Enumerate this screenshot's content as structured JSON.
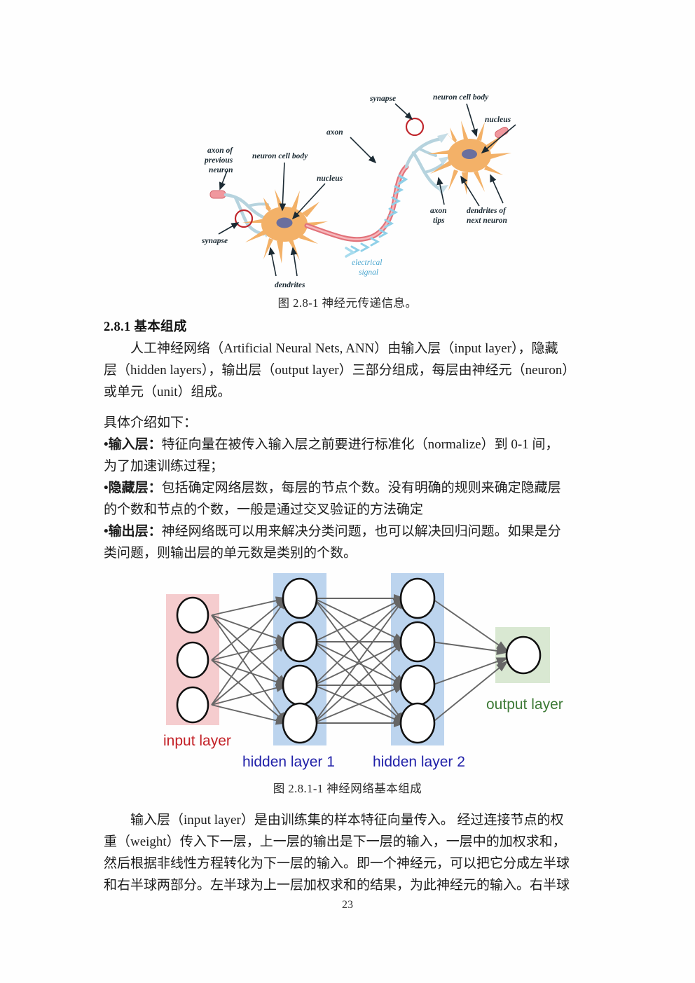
{
  "document": {
    "page_number": "23"
  },
  "figure_neuron": {
    "caption": "图 2.8-1   神经元传递信息。",
    "labels": {
      "axon_of_previous_neuron": "axon of\nprevious\nneuron",
      "axon_of_previous_neuron_l1": "axon of",
      "axon_of_previous_neuron_l2": "previous",
      "axon_of_previous_neuron_l3": "neuron",
      "neuron_cell_body_left": "neuron cell body",
      "nucleus_left": "nucleus",
      "synapse_left": "synapse",
      "dendrites": "dendrites",
      "axon": "axon",
      "electrical_signal_l1": "electrical",
      "electrical_signal_l2": "signal",
      "synapse_right": "synapse",
      "neuron_cell_body_right": "neuron cell body",
      "nucleus_right": "nucleus",
      "axon_tips_l1": "axon",
      "axon_tips_l2": "tips",
      "dendrites_of_next_neuron_l1": "dendrites of",
      "dendrites_of_next_neuron_l2": "next neuron"
    },
    "colors": {
      "cell_body": "#f3b168",
      "cell_body_light": "#f8cf9c",
      "nucleus": "#6a6f9e",
      "dendrite_blue": "#b6d3de",
      "axon_red": "#e2727a",
      "signal_blue": "#8fd0e8",
      "label_text": "#1b2a33",
      "signal_text": "#4aa6cf",
      "circle_red": "#c0272d"
    }
  },
  "section": {
    "heading": "2.8.1  基本组成",
    "intro": {
      "line1": "人工神经网络（Artificial Neural Nets, ANN）由输入层（input layer），隐藏",
      "line2": "层（hidden layers），输出层（output layer）三部分组成，每层由神经元（neuron）",
      "line3": "或单元（unit）组成。"
    },
    "detail": {
      "lead": "具体介绍如下：",
      "bullet1_label": "•输入层：",
      "bullet1_line1": "特征向量在被传入输入层之前要进行标准化（normalize）到 0-1 间，",
      "bullet1_line2": "为了加速训练过程；",
      "bullet2_label": "•隐藏层：",
      "bullet2_line1": "包括确定网络层数，每层的节点个数。没有明确的规则来确定隐藏层",
      "bullet2_line2": "的个数和节点的个数，一般是通过交叉验证的方法确定",
      "bullet3_label": "•输出层：",
      "bullet3_line1": "神经网络既可以用来解决分类问题，也可以解决回归问题。如果是分",
      "bullet3_line2": "类问题，则输出层的单元数是类别的个数。"
    },
    "tail": {
      "line1": "输入层（input layer）是由训练集的样本特征向量传入。 经过连接节点的权",
      "line2": "重（weight）传入下一层，上一层的输出是下一层的输入，一层中的加权求和，",
      "line3": "然后根据非线性方程转化为下一层的输入。即一个神经元，可以把它分成左半球",
      "line4": "和右半球两部分。左半球为上一层加权求和的结果，为此神经元的输入。右半球"
    }
  },
  "figure_network": {
    "caption": "图 2.8.1-1  神经网络基本组成",
    "labels": {
      "input_layer": "input layer",
      "hidden_layer_1": "hidden layer 1",
      "hidden_layer_2": "hidden layer 2",
      "output_layer": "output layer"
    },
    "colors": {
      "input_band": "#f5ccce",
      "hidden_band": "#bcd4ee",
      "output_band": "#d9e8d2",
      "input_label": "#c32026",
      "hidden_label": "#1f1fa8",
      "output_label": "#3d7a36",
      "node_stroke": "#111111",
      "node_fill": "#ffffff",
      "edge": "#666666"
    },
    "structure": {
      "input_nodes": 3,
      "hidden1_nodes": 4,
      "hidden2_nodes": 4,
      "output_nodes": 1
    }
  }
}
